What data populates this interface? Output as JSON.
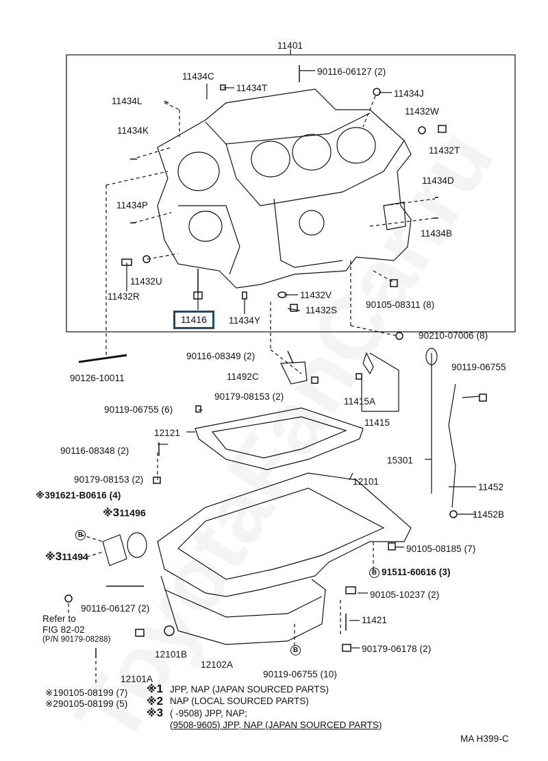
{
  "watermark": "ToyotaFanCar.ru",
  "frame_title": "11401",
  "highlight_part": "11416",
  "labels": {
    "l_90116_06127_2": "90116-06127 (2)",
    "l_11434C": "11434C",
    "l_11434T": "11434T",
    "l_11434L": "11434L",
    "l_11434J": "11434J",
    "l_11432W": "11432W",
    "l_11434K": "11434K",
    "l_11432T": "11432T",
    "l_11434D": "11434D",
    "l_11434P": "11434P",
    "l_11434B": "11434B",
    "l_11432U": "11432U",
    "l_11432R": "11432R",
    "l_11432V": "11432V",
    "l_11432S": "11432S",
    "l_90105_08311": "90105-08311 (8)",
    "l_11434Y": "11434Y",
    "l_90210_07006": "90210-07006 (8)",
    "l_90116_08349": "90116-08349 (2)",
    "l_90126_10011": "90126-10011",
    "l_11492C": "11492C",
    "l_90179_08153_a": "90179-08153 (2)",
    "l_11415A": "11415A",
    "l_11415": "11415",
    "l_90119_06755_a": "90119-06755",
    "l_90119_06755_6": "90119-06755 (6)",
    "l_12121": "12121",
    "l_90116_08348": "90116-08348 (2)",
    "l_15301": "15301",
    "l_90179_08153_b": "90179-08153 (2)",
    "l_12101": "12101",
    "l_11452": "11452",
    "l_91621": "91621-B0616 (4)",
    "l_11496": "11496",
    "l_11452B": "11452B",
    "l_11494": "11494",
    "l_90105_08185": "90105-08185 (7)",
    "l_91511": "91511-60616 (3)",
    "l_90105_10237": "90105-10237 (2)",
    "l_90116_06127_b": "90116-06127 (2)",
    "l_refer_to": "Refer to",
    "l_fig": "FIG 82-02",
    "l_pn": "(P/N 90179-08288)",
    "l_11421": "11421",
    "l_12101B": "12101B",
    "l_12102A": "12102A",
    "l_90179_06178": "90179-06178 (2)",
    "l_12101A": "12101A",
    "l_90119_06755_10": "90119-06755 (10)",
    "l_bot1": "90105-08199 (7)",
    "l_bot2": "90105-08199 (5)"
  },
  "marks": {
    "star": "※",
    "one": "1",
    "two": "2",
    "three": "3",
    "B": "B"
  },
  "notes": [
    {
      "mark": "※",
      "num": "1",
      "text": "JPP, NAP (JAPAN SOURCED PARTS)"
    },
    {
      "mark": "※",
      "num": "2",
      "text": "NAP (LOCAL SOURCED PARTS)"
    },
    {
      "mark": "※",
      "num": "3",
      "text": "(       -9508) JPP, NAP;"
    },
    {
      "mark": "",
      "num": "",
      "text": "(9508-9605) JPP, NAP (JAPAN SOURCED PARTS)"
    }
  ],
  "footer_code": "MA  H399-C",
  "colors": {
    "highlight_border": "#1f4a63",
    "line": "#111111"
  }
}
